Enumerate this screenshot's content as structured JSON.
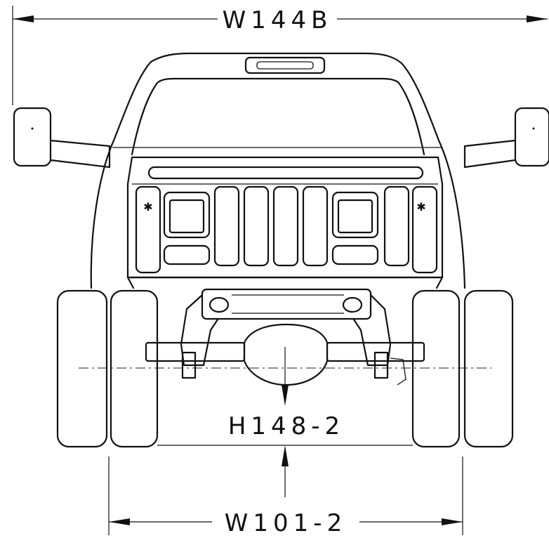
{
  "dimensions": {
    "overall_width_label": "W144B",
    "ground_clearance_label": "H148-2",
    "track_width_label": "W101-2"
  },
  "icons": [
    "arrow-left-icon",
    "arrow-right-icon",
    "arrow-up-icon",
    "arrow-down-icon"
  ]
}
